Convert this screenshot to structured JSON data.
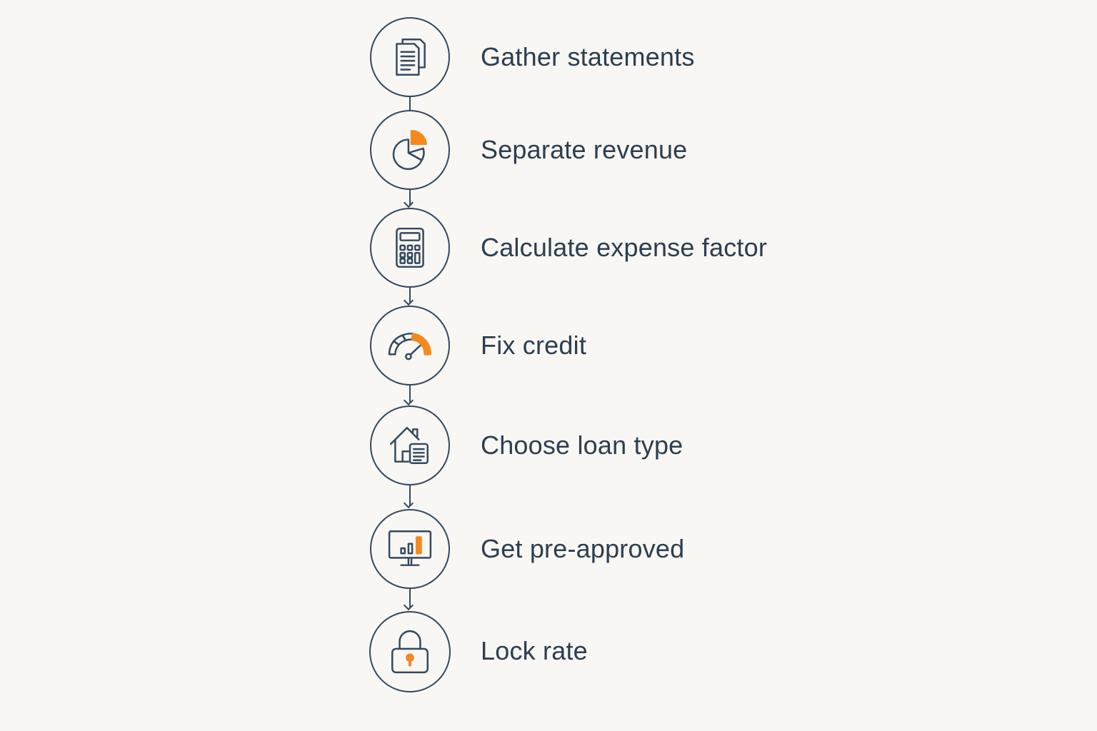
{
  "colors": {
    "background": "#f8f7f4",
    "stroke": "#34495e",
    "text": "#2c3e50",
    "accent": "#f5891f"
  },
  "steps": [
    {
      "label": "Gather statements",
      "icon": "documents-icon"
    },
    {
      "label": "Separate revenue",
      "icon": "pie-chart-icon"
    },
    {
      "label": "Calculate expense factor",
      "icon": "calculator-icon"
    },
    {
      "label": "Fix credit",
      "icon": "gauge-icon"
    },
    {
      "label": "Choose loan type",
      "icon": "house-document-icon"
    },
    {
      "label": "Get pre-approved",
      "icon": "monitor-chart-icon"
    },
    {
      "label": "Lock rate",
      "icon": "padlock-icon"
    }
  ]
}
